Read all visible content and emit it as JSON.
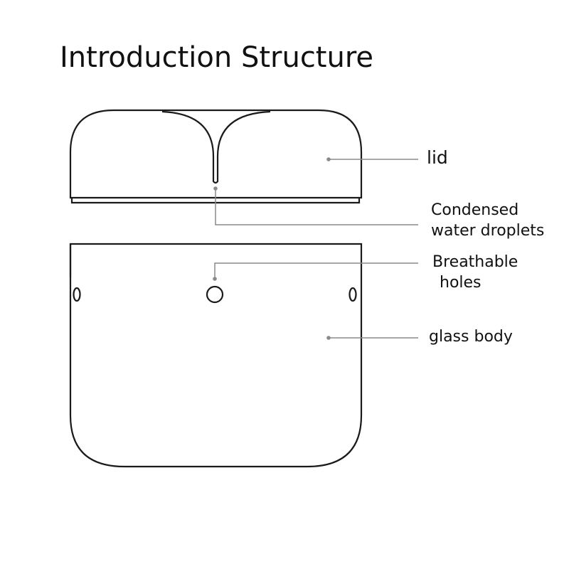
{
  "title": "Introduction Structure",
  "labels": {
    "lid": "lid",
    "condensed": [
      "Condensed",
      "water droplets"
    ],
    "breathable": [
      "Breathable",
      "holes"
    ],
    "glass_body": "glass body"
  },
  "colors": {
    "outline": "#1a1a1a",
    "leader": "#8a8a8a",
    "text": "#111111"
  }
}
